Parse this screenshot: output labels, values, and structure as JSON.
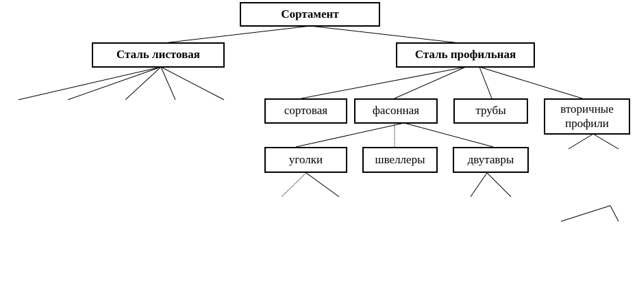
{
  "nodes": {
    "root": "Сортамент",
    "sheet_steel": "Сталь листовая",
    "profile_steel": "Сталь профильная",
    "sortovaya": "сортовая",
    "fasonnaya": "фасонная",
    "truby": "трубы",
    "vtorichnye": "вторичные\nпрофили",
    "ugolki": "уголки",
    "shvellery": "швеллеры",
    "dvutavry": "двутавры"
  },
  "colors": {
    "line": "#000000",
    "border": "#000000",
    "background": "#ffffff"
  }
}
